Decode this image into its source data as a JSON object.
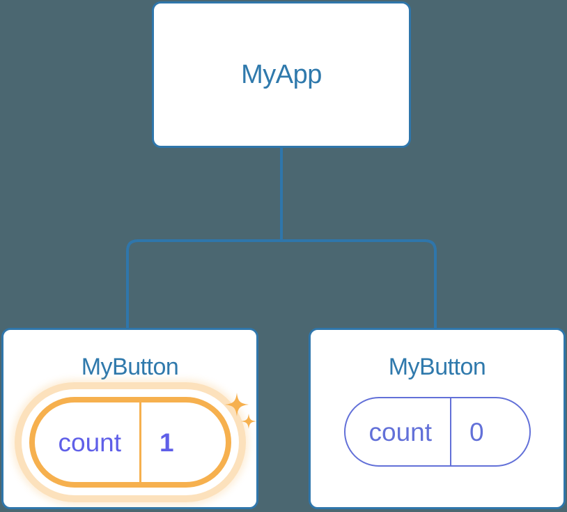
{
  "diagram": {
    "type": "component-tree",
    "background_color": "#4b6771",
    "node_border_color": "#2f76ab",
    "node_title_color": "#2f79ac",
    "connector_color": "#2f76ab",
    "inactive_state_color": "#6270d8",
    "highlight_color": "#f6b04e",
    "highlight_text_color": "#5f5fe8",
    "sparkle_color": "#f6b04e"
  },
  "root": {
    "title": "MyApp"
  },
  "children": [
    {
      "title": "MyButton",
      "state": {
        "key": "count",
        "value": "1",
        "highlighted": true
      },
      "sparkle_icons": [
        "sparkle-large-icon",
        "sparkle-small-icon"
      ]
    },
    {
      "title": "MyButton",
      "state": {
        "key": "count",
        "value": "0",
        "highlighted": false
      },
      "sparkle_icons": []
    }
  ]
}
